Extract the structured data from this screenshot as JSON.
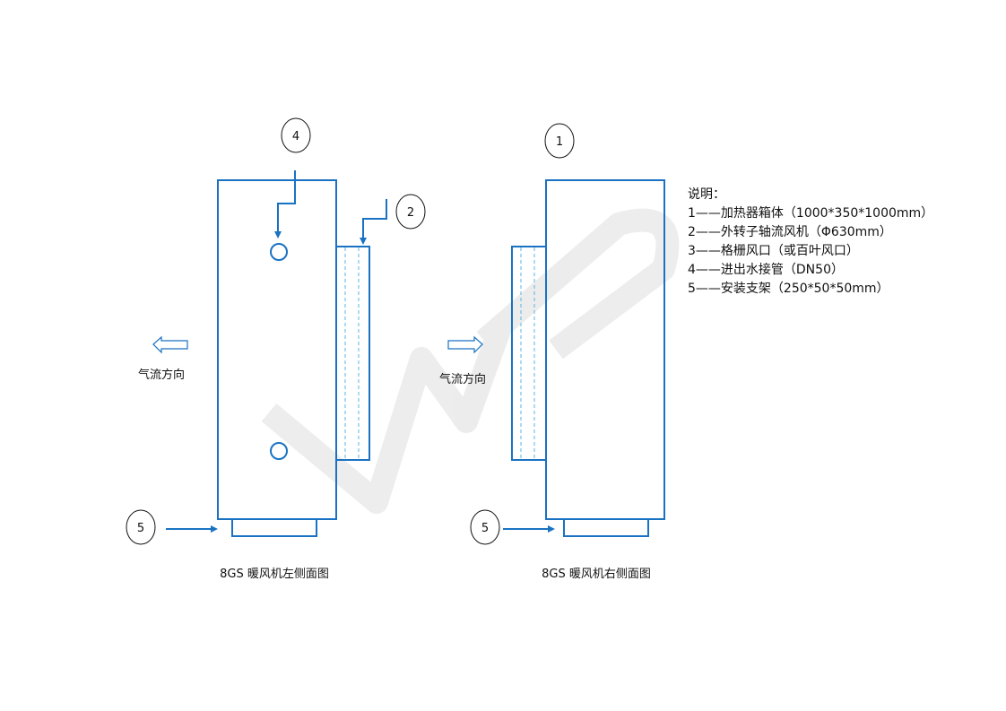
{
  "watermark": "WPS",
  "callouts": {
    "c1": "1",
    "c2": "2",
    "c4": "4",
    "c5_left": "5",
    "c5_right": "5"
  },
  "airflow_label_left": "气流方向",
  "airflow_label_right": "气流方向",
  "captions": {
    "left": "8GS 暖风机左侧面图",
    "right": "8GS 暖风机右侧面图"
  },
  "legend": {
    "title": "说明：",
    "items": [
      "1——加热器箱体（1000*350*1000mm）",
      "2——外转子轴流风机（Φ630mm）",
      "3——格栅风口（或百叶风口）",
      "4——进出水接管（DN50）",
      "5——安装支架（250*50*50mm）"
    ]
  },
  "colors": {
    "line": "#1a72c2",
    "dash": "#5ab4e6"
  }
}
